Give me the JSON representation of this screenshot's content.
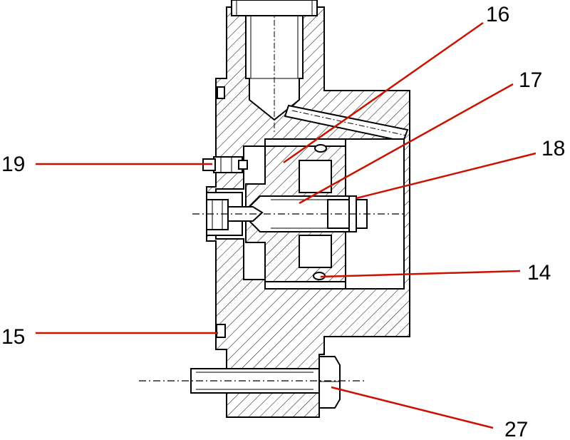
{
  "labels": {
    "l16": "16",
    "l17": "17",
    "l18": "18",
    "l19": "19",
    "l14": "14",
    "l15": "15",
    "l27": "27"
  },
  "colors": {
    "outline": "#000000",
    "leader": "#cc1100",
    "hatch": "#000000",
    "background": "#ffffff"
  }
}
